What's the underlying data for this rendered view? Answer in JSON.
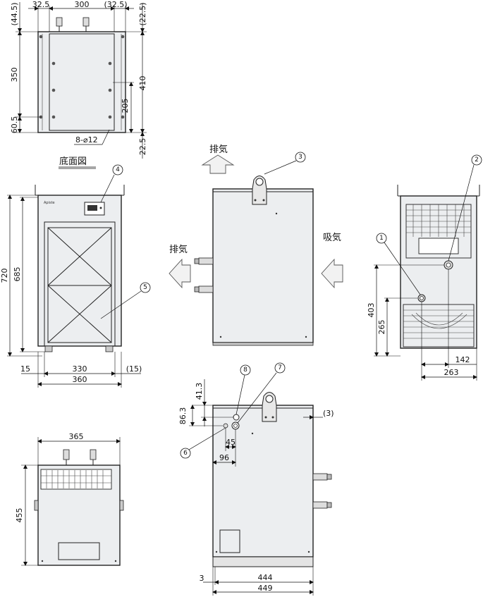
{
  "top_view": {
    "dims": {
      "d_44_5": "(44.5)",
      "d_32_5": "32.5",
      "d_300": "300",
      "d_32_5b": "(32.5)",
      "d_22_5": "(22.5)",
      "d_350": "350",
      "d_410": "410",
      "d_205": "205",
      "d_60_5": "60.5",
      "d_22_5b": "22.5",
      "hole": "8-⌀12"
    },
    "caption": "底面図"
  },
  "front_view": {
    "dims": {
      "d_720": "720",
      "d_685": "685",
      "d_15": "15",
      "d_330": "330",
      "d_15b": "(15)",
      "d_360": "360"
    },
    "bubbles": {
      "b4": "4",
      "b5": "5"
    }
  },
  "side_view": {
    "labels": {
      "exhaust_top": "排気",
      "exhaust_left": "排気",
      "intake": "吸気"
    },
    "bubbles": {
      "b3": "3"
    }
  },
  "right_view": {
    "dims": {
      "d_403": "403",
      "d_265": "265",
      "d_142": "142",
      "d_263": "263"
    },
    "bubbles": {
      "b1": "1",
      "b2": "2"
    }
  },
  "rear_view": {
    "dims": {
      "d_365": "365",
      "d_455": "455"
    }
  },
  "bottom_side_view": {
    "dims": {
      "d_41_3": "41.3",
      "d_86_3": "86.3",
      "d_45": "45",
      "d_96": "96",
      "d_3p": "(3)",
      "d_3": "3",
      "d_444": "444",
      "d_449": "449"
    },
    "bubbles": {
      "b6": "6",
      "b7": "7",
      "b8": "8"
    }
  }
}
